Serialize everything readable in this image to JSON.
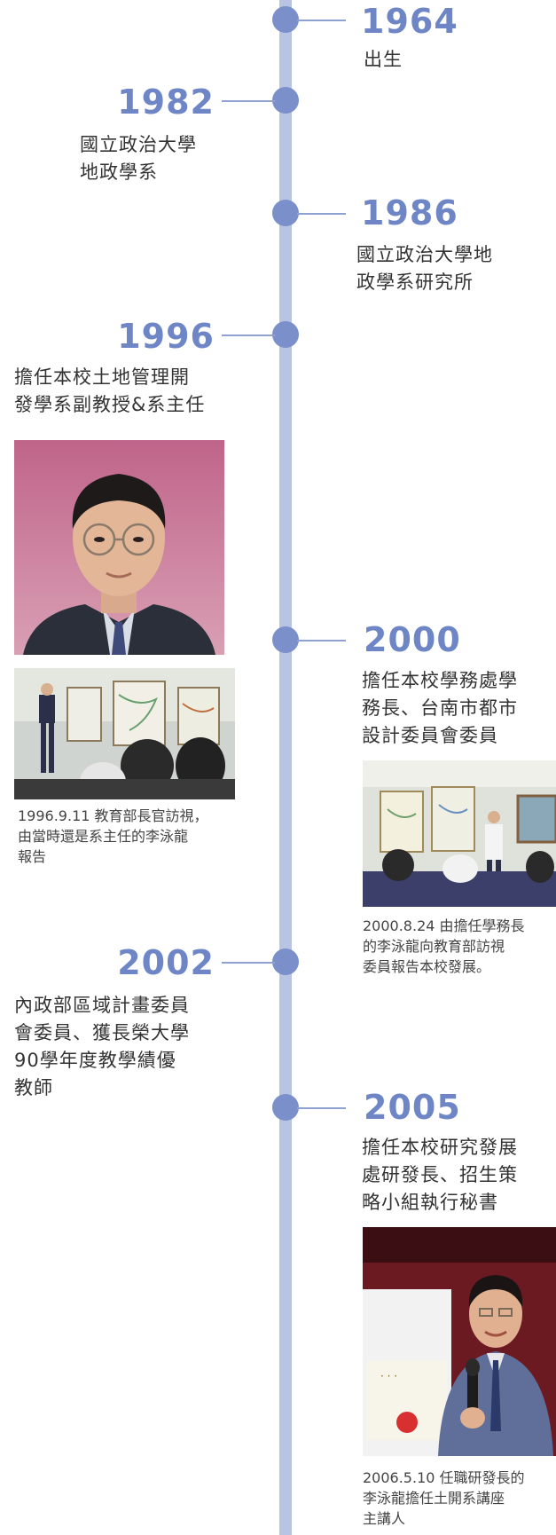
{
  "timeline": [
    {
      "year": "1964",
      "text": [
        "出生"
      ]
    },
    {
      "year": "1982",
      "text": [
        "國立政治大學",
        "地政學系"
      ]
    },
    {
      "year": "1986",
      "text": [
        "國立政治大學地",
        "政學系研究所"
      ]
    },
    {
      "year": "1996",
      "text": [
        "擔任本校土地管理開",
        "發學系副教授&系主任"
      ]
    },
    {
      "year": "2000",
      "text": [
        "擔任本校學務處學",
        "務長、台南市都市",
        "設計委員會委員"
      ]
    },
    {
      "year": "2002",
      "text": [
        "內政部區域計畫委員",
        "會委員、獲長榮大學",
        "90學年度教學績優",
        "教師"
      ]
    },
    {
      "year": "2005",
      "text": [
        "擔任本校研究發展",
        "處研發長、招生策",
        "略小組執行秘書"
      ]
    }
  ],
  "captions": {
    "c1996": [
      "1996.9.11 教育部長官訪視，",
      "由當時還是系主任的李泳龍",
      "報告"
    ],
    "c2000": [
      "2000.8.24 由擔任學務長",
      "的李泳龍向教育部訪視",
      "委員報告本校發展。"
    ],
    "c2005": [
      "2006.5.10 任職研發長的",
      "李泳龍擔任土開系講座",
      "主講人"
    ]
  },
  "colors": {
    "year": "#6f86c6",
    "dot": "#7b90cb",
    "spine": "#b9c4e3"
  }
}
